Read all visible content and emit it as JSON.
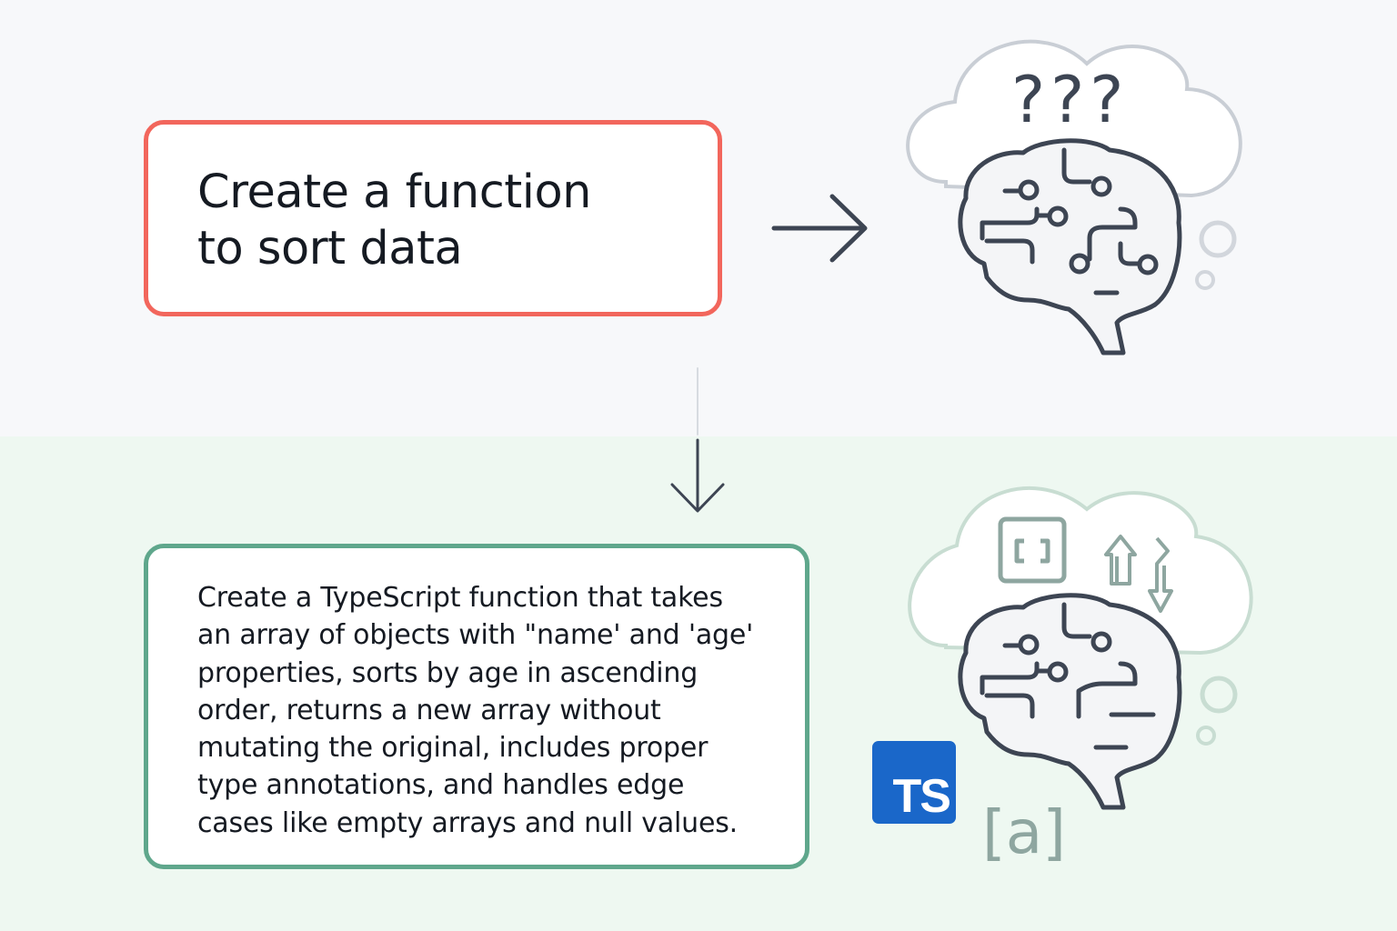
{
  "vague_prompt": {
    "lines": [
      "Create a function",
      "to sort data"
    ]
  },
  "specific_prompt": {
    "lines": [
      "Create a TypeScript function that takes",
      "an array of objects with \"name' and 'age'",
      "properties, sorts by age in ascending",
      "order, returns a new array without",
      "mutating the original, includes proper",
      "type annotations, and handles edge",
      "cases like empty arrays and null values."
    ]
  },
  "thought_top": {
    "text": "???"
  },
  "thought_bottom": {
    "badge_text": "TS",
    "glyph_text": "[a]"
  },
  "colors": {
    "vague_border": "#f2665c",
    "specific_border": "#5fa78c",
    "icon_stroke": "#3d4553",
    "ts_badge": "#1a67c9"
  },
  "icons": [
    "arrow-right-icon",
    "arrow-down-icon",
    "thought-cloud-icon",
    "brain-circuit-icon",
    "brackets-icon",
    "sort-arrows-icon",
    "typescript-icon"
  ]
}
